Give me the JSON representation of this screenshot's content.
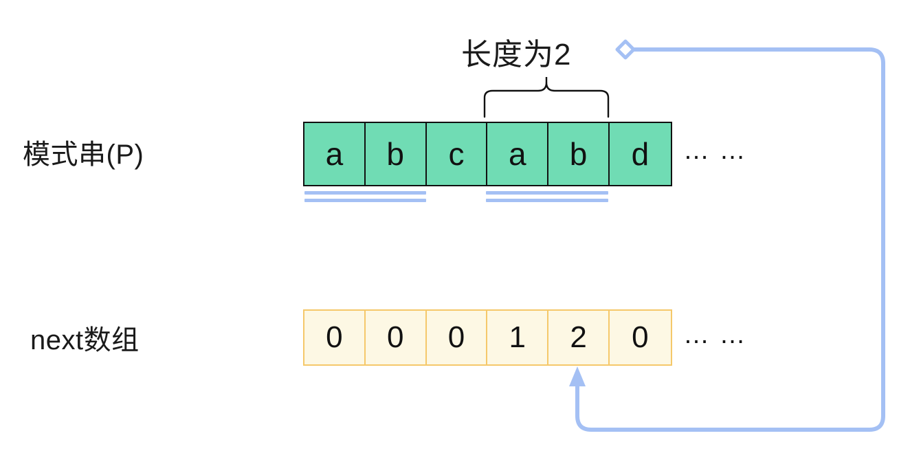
{
  "diagram": {
    "title_annotation": "长度为2",
    "rows": [
      {
        "label": "模式串(P)",
        "name": "pattern-string",
        "cells": [
          "a",
          "b",
          "c",
          "a",
          "b",
          "d"
        ],
        "trailing": "… …",
        "fill_color": "#70DCB4",
        "border_color": "#111111"
      },
      {
        "label": "next数组",
        "name": "next-array",
        "cells": [
          "0",
          "0",
          "0",
          "1",
          "2",
          "0"
        ],
        "trailing": "… …",
        "fill_color": "#FDF8E4",
        "border_color": "#F5C86A"
      }
    ],
    "accent_color": "#A4C0F4",
    "underlines": [
      {
        "name": "prefix-underline",
        "covers": "a b (index 0-1)"
      },
      {
        "name": "suffix-underline",
        "covers": "a b (index 3-4)"
      }
    ],
    "brace": {
      "name": "length-brace",
      "covers": "a b (index 3-4)"
    },
    "connector": {
      "name": "next-value-callout",
      "from": "next array value 2",
      "to": "长度为2 label"
    }
  }
}
